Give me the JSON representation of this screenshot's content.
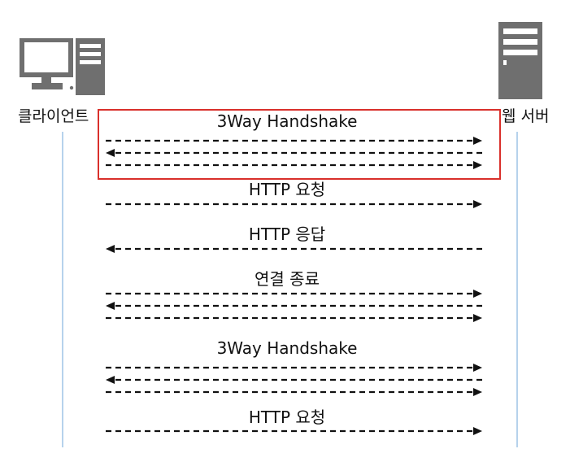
{
  "client": {
    "label": "클라이언트",
    "icon": "desktop-computer-icon"
  },
  "server": {
    "label": "웹 서버",
    "icon": "server-tower-icon"
  },
  "highlight_color": "#d9302b",
  "phases": [
    {
      "label": "3Way Handshake",
      "arrows": [
        "right",
        "left",
        "right"
      ]
    },
    {
      "label": "HTTP 요청",
      "arrows": [
        "right"
      ]
    },
    {
      "label": "HTTP 응답",
      "arrows": [
        "left"
      ]
    },
    {
      "label": "연결 종료",
      "arrows": [
        "right",
        "left",
        "right"
      ]
    },
    {
      "label": "3Way Handshake",
      "arrows": [
        "right",
        "left",
        "right"
      ]
    },
    {
      "label": "HTTP 요청",
      "arrows": [
        "right"
      ]
    }
  ]
}
